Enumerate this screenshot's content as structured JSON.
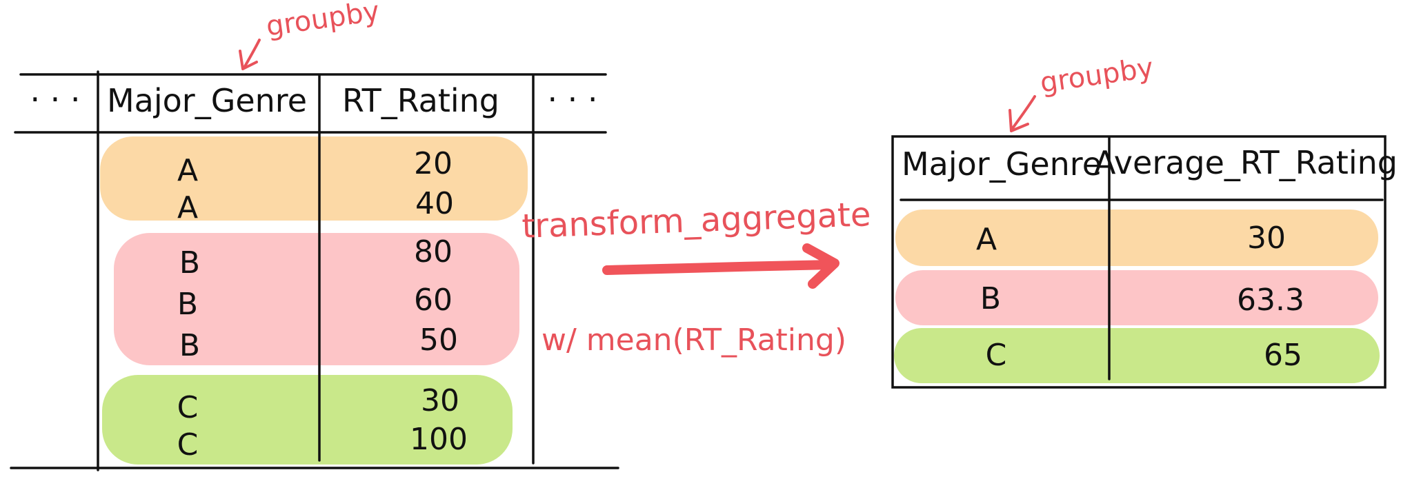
{
  "colors": {
    "group_a": "#fcd9a6",
    "group_b": "#fdc5c7",
    "group_c": "#c9e88a",
    "annotation": "#e8525a",
    "ink": "#111111"
  },
  "left_table": {
    "annotation": "groupby",
    "ellipsis": "· · ·",
    "headers": [
      "Major_Genre",
      "RT_Rating"
    ],
    "rows": [
      {
        "genre": "A",
        "rating": "20"
      },
      {
        "genre": "A",
        "rating": "40"
      },
      {
        "genre": "B",
        "rating": "80"
      },
      {
        "genre": "B",
        "rating": "60"
      },
      {
        "genre": "B",
        "rating": "50"
      },
      {
        "genre": "C",
        "rating": "30"
      },
      {
        "genre": "C",
        "rating": "100"
      }
    ]
  },
  "transform": {
    "label": "transform_aggregate",
    "sublabel": "w/ mean(RT_Rating)"
  },
  "right_table": {
    "annotation": "groupby",
    "headers": [
      "Major_Genre",
      "Average_RT_Rating"
    ],
    "rows": [
      {
        "genre": "A",
        "value": "30"
      },
      {
        "genre": "B",
        "value": "63.3"
      },
      {
        "genre": "C",
        "value": "65"
      }
    ]
  }
}
